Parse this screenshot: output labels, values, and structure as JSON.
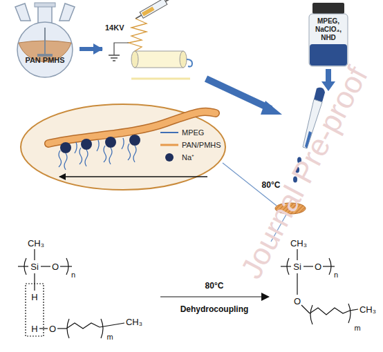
{
  "diagram": {
    "nodes": [
      {
        "text": [
          "PAN PMHS"
        ]
      },
      {
        "text": [
          "14KV"
        ]
      },
      {
        "text": [
          "MPEG, NaClO₄, NHD"
        ]
      }
    ],
    "edges": [
      {
        "from": 0,
        "to": 1,
        "arrow": "to"
      }
    ],
    "labels": [
      "80°C",
      "CH₃",
      "Si",
      "O",
      "n",
      "H",
      "H",
      "O",
      "m",
      "CH₃",
      "80°C",
      "Dehydrocoupling",
      "CH₃",
      "Si",
      "O",
      "n",
      "O",
      "m",
      "CH₃",
      "Journal Pre-proof"
    ],
    "legend": [
      {
        "text": "MPEG"
      },
      {
        "text": "PAN/PMHS"
      },
      {
        "text": "Na⁺"
      }
    ]
  }
}
